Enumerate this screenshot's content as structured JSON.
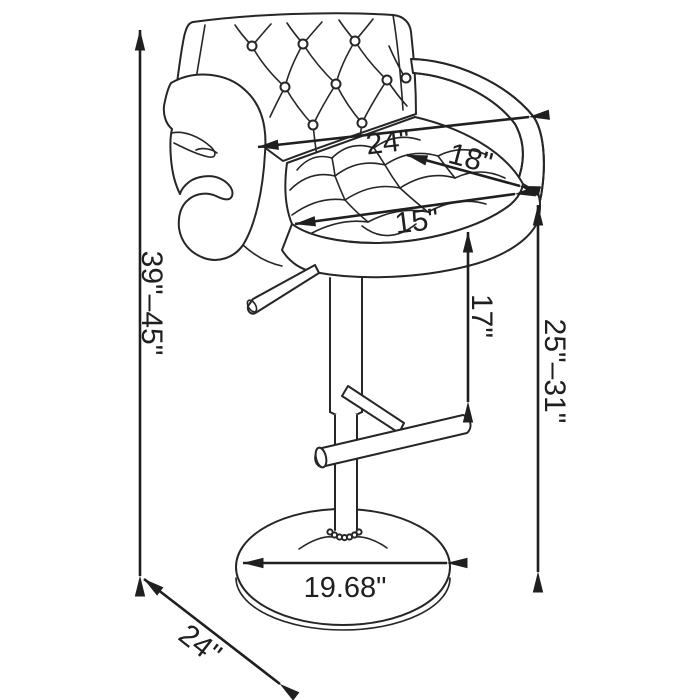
{
  "diagram": {
    "subject": "adjustable swivel barstool with tufted back, curved arms, footrest and round pedestal base",
    "dimensions": {
      "overall_height": "39\"–45\"",
      "back_width": "24\"",
      "seat_depth": "18\"",
      "seat_front_width": "15\"",
      "seat_to_footrest": "17\"",
      "seat_height_range": "25\"–31\"",
      "base_diameter": "19.68\"",
      "overall_depth": "24\""
    },
    "colors": {
      "line": "#262626",
      "background": "#ffffff"
    }
  }
}
